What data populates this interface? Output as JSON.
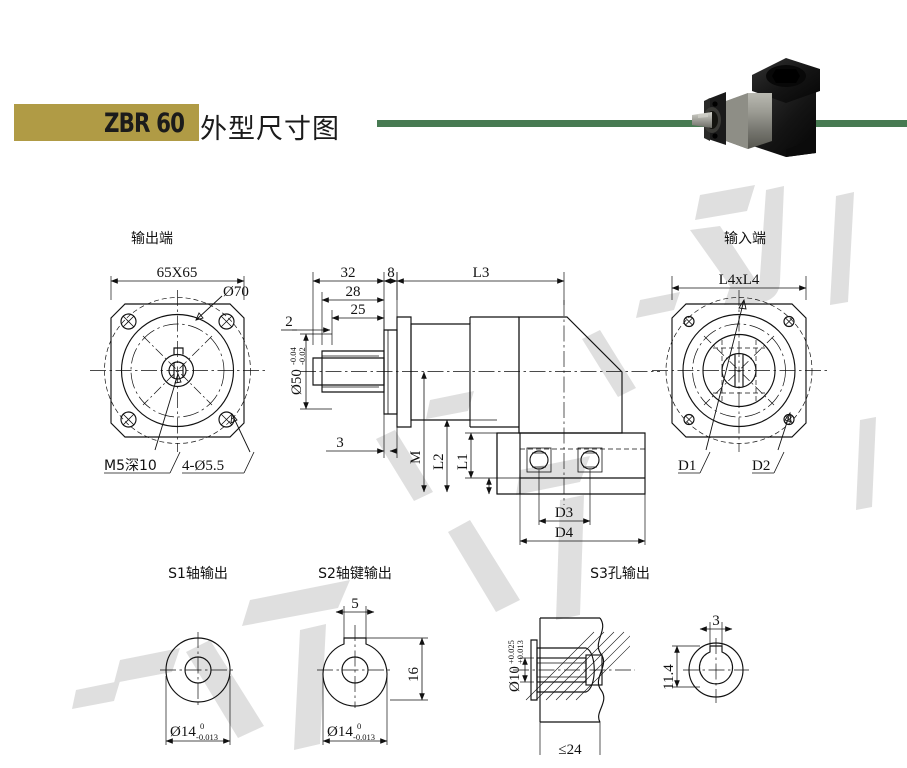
{
  "header": {
    "model": "ZBR 60",
    "title": "外型尺寸图",
    "bar_color": "#b09b45",
    "line_color": "#477a52"
  },
  "photo": {
    "alt": "right-angle planetary gear reducer product photo",
    "body_color": "#8c8c84",
    "housing_color": "#1c1c1c"
  },
  "views": {
    "output_end": {
      "title": "输出端",
      "labels": {
        "square": "65X65",
        "pilot": "Ø70",
        "thread": "M5深10",
        "holes": "4-Ø5.5"
      }
    },
    "side": {
      "labels": {
        "d32": "32",
        "d8": "8",
        "d28": "28",
        "d25": "25",
        "d2": "2",
        "d3": "3",
        "L3": "L3",
        "M": "M",
        "L1": "L1",
        "L2": "L2",
        "D3": "D3",
        "D4": "D4",
        "shaft_dia": "Ø50",
        "shaft_tol_upper": "-0.04",
        "shaft_tol_lower": "-0.02"
      }
    },
    "input_end": {
      "title": "输入端",
      "labels": {
        "square": "L4xL4",
        "D1": "D1",
        "D2": "D2"
      }
    }
  },
  "details": {
    "s1": {
      "title": "S1轴输出",
      "dia": "Ø14",
      "tol_upper": "0",
      "tol_lower": "-0.013"
    },
    "s2": {
      "title": "S2轴键输出",
      "dia": "Ø14",
      "tol_upper": "0",
      "tol_lower": "-0.013",
      "key_width": "5",
      "key_height": "16"
    },
    "s3": {
      "title": "S3孔输出",
      "dia": "Ø10",
      "tol_upper": "+0.025",
      "tol_lower": "+0.013",
      "depth": "≤24",
      "key_width": "3",
      "key_height": "11.4"
    }
  }
}
